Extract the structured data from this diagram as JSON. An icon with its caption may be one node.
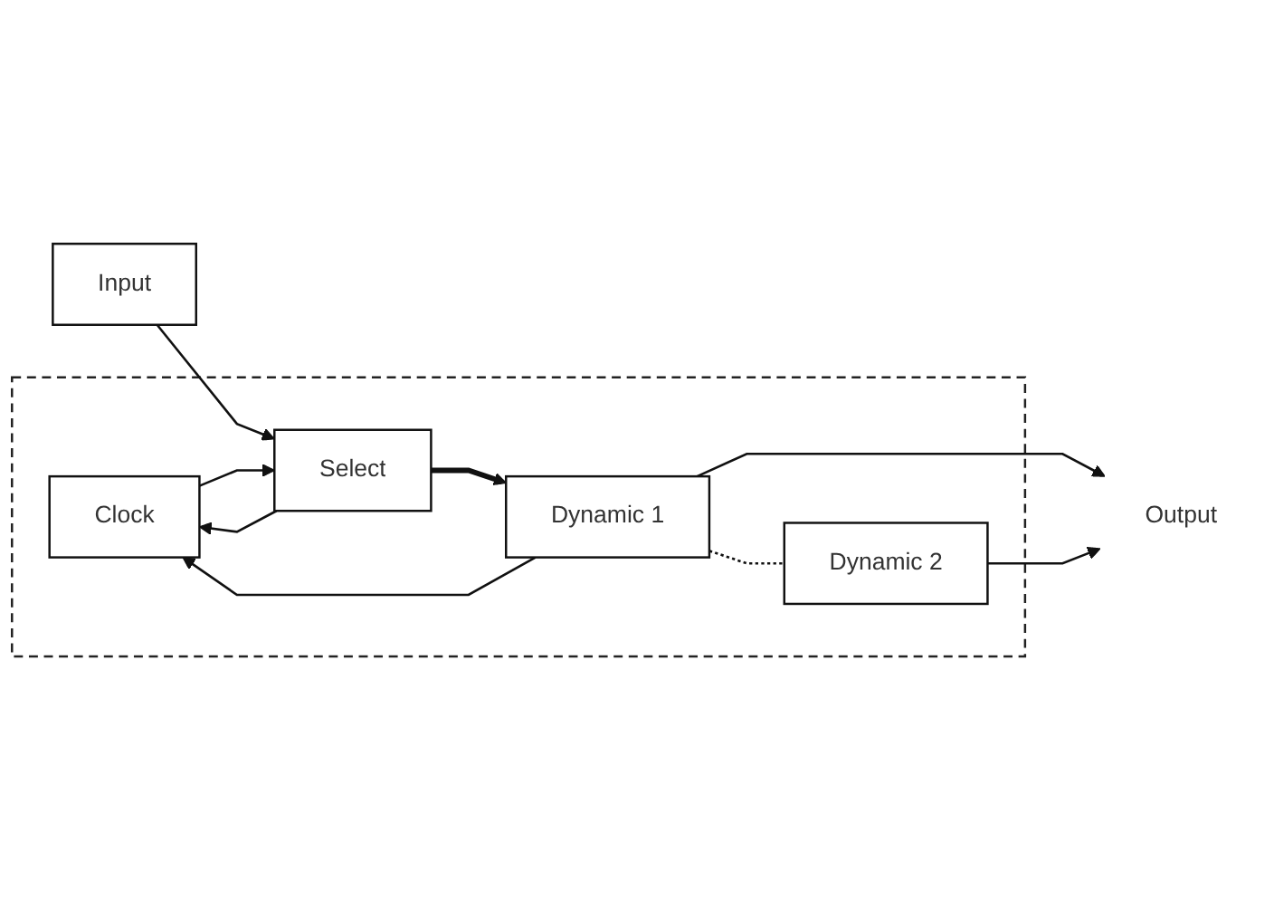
{
  "diagram": {
    "nodes": [
      {
        "text": [],
        "shape": "box"
      },
      {
        "text": [
          "Clock"
        ],
        "in": 0
      },
      {
        "text": [
          "Select"
        ],
        "in": 0
      },
      {
        "text": [
          "Dynamic 1"
        ],
        "in": 0
      },
      {
        "text": [
          "Dynamic 2"
        ],
        "in": 0
      },
      {
        "text": [
          "Input"
        ]
      },
      {
        "text": [
          "Output"
        ]
      }
    ],
    "edges": [
      {
        "from": 5,
        "to": 2,
        "arrow": "to"
      },
      {
        "from": 2,
        "to": 1,
        "arrow": "to"
      },
      {
        "from": 1,
        "to": 2,
        "arrow": "to"
      },
      {
        "from": 2,
        "to": 3,
        "arrow": "to",
        "style": "thick"
      },
      {
        "from": 3,
        "to": 1,
        "arrow": "to"
      },
      {
        "from": 3,
        "to": 4,
        "arrow": "none",
        "style": "dashed"
      },
      {
        "from": 3,
        "to": 6,
        "arrow": "to"
      },
      {
        "from": 4,
        "to": 6,
        "arrow": "to"
      }
    ]
  }
}
